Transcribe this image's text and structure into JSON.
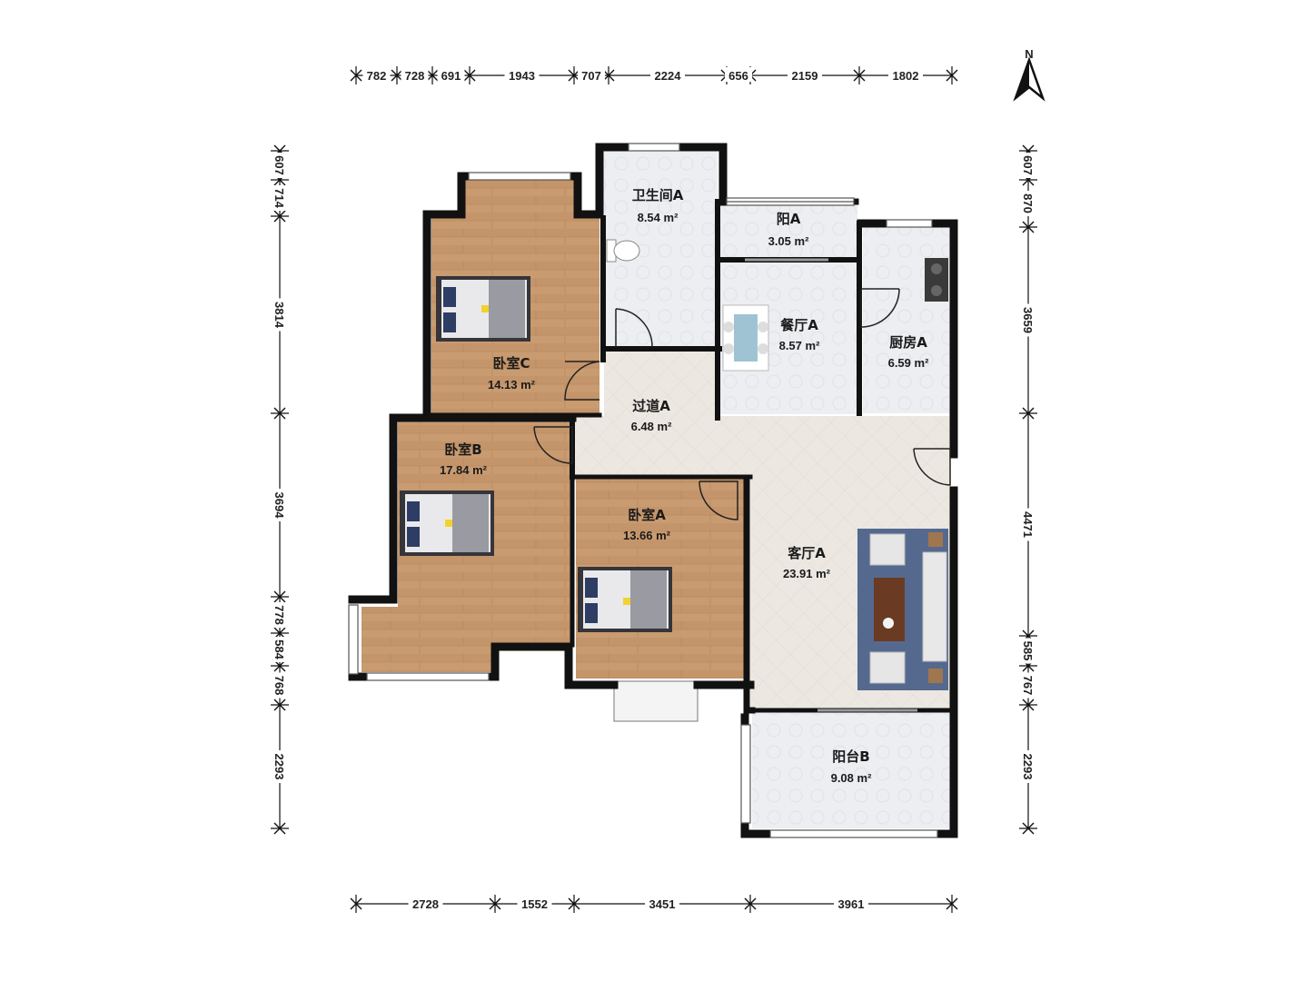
{
  "compass": {
    "label": "N",
    "icon": "north-arrow-icon"
  },
  "dimensions": {
    "top": [
      "782",
      "728",
      "691",
      "1943",
      "707",
      "2224",
      "656",
      "2159",
      "1802"
    ],
    "bottom": [
      "2728",
      "1552",
      "3451",
      "3961"
    ],
    "left": [
      "607",
      "714",
      "3814",
      "3694",
      "778",
      "584",
      "768",
      "2293"
    ],
    "right": [
      "607",
      "870",
      "3659",
      "4471",
      "585",
      "767",
      "2293"
    ]
  },
  "rooms": {
    "bath_a": {
      "name": "卫生间A",
      "area": "8.54 m²"
    },
    "balcony_a": {
      "name": "阳A",
      "area": "3.05 m²"
    },
    "bedroom_c": {
      "name": "卧室C",
      "area": "14.13 m²"
    },
    "dining_a": {
      "name": "餐厅A",
      "area": "8.57 m²"
    },
    "kitchen_a": {
      "name": "厨房A",
      "area": "6.59 m²"
    },
    "corridor_a": {
      "name": "过道A",
      "area": "6.48 m²"
    },
    "bedroom_b": {
      "name": "卧室B",
      "area": "17.84 m²"
    },
    "bedroom_a": {
      "name": "卧室A",
      "area": "13.66 m²"
    },
    "living_a": {
      "name": "客厅A",
      "area": "23.91 m²"
    },
    "balcony_b": {
      "name": "阳台B",
      "area": "9.08 m²"
    }
  },
  "colors": {
    "wall": "#111111",
    "wood_floor": "#c89a6e",
    "tile_floor": "#ecedf0",
    "corridor_floor": "#ebe7e0",
    "rug": "#5a6e9a",
    "bed": "#8e8e95"
  }
}
